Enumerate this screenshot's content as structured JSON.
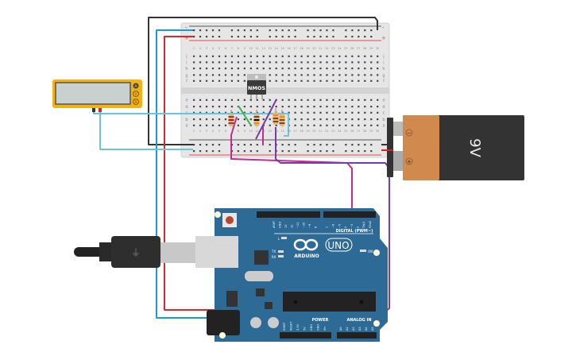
{
  "multimeter": {
    "buttons": [
      "A",
      "V",
      "R"
    ],
    "body_color": "#f2b115"
  },
  "breadboard": {
    "columns": 30,
    "row_letters_top": [
      "j",
      "i",
      "h",
      "g",
      "f"
    ],
    "row_letters_bottom": [
      "e",
      "d",
      "c",
      "b",
      "a"
    ],
    "rail_minus": "-",
    "rail_plus": "+"
  },
  "nmos": {
    "label": "NMOS"
  },
  "battery": {
    "label": "9V",
    "minus": "−",
    "plus": "+"
  },
  "arduino": {
    "brand": "ARDUINO",
    "model": "UNO",
    "digital_label": "DIGITAL (PWM~)",
    "power_label": "POWER",
    "analog_label": "ANALOG IN",
    "on_label": "ON",
    "l_label": "L",
    "tx_label": "TX",
    "rx_label": "RX",
    "digital_pins": [
      "AREF",
      "GND",
      "13",
      "12",
      "~11",
      "~10",
      "~9",
      "8",
      "7",
      "~6",
      "~5",
      "4",
      "~3",
      "2",
      "TX▸1",
      "RX◂0"
    ],
    "power_pins": [
      "IOREF",
      "RESET",
      "3.3V",
      "5V",
      "GND",
      "GND",
      "Vin"
    ],
    "analog_pins": [
      "A0",
      "A1",
      "A2",
      "A3",
      "A4",
      "A5"
    ]
  },
  "colors": {
    "arduino_blue": "#2d6a96",
    "wire_black": "#333333",
    "wire_blue": "#1a9bd7",
    "wire_red": "#e0262b",
    "wire_lightblue": "#66c6dc",
    "wire_magenta": "#c72a8e",
    "wire_purple": "#7a3aa8",
    "wire_green": "#39b54a"
  }
}
